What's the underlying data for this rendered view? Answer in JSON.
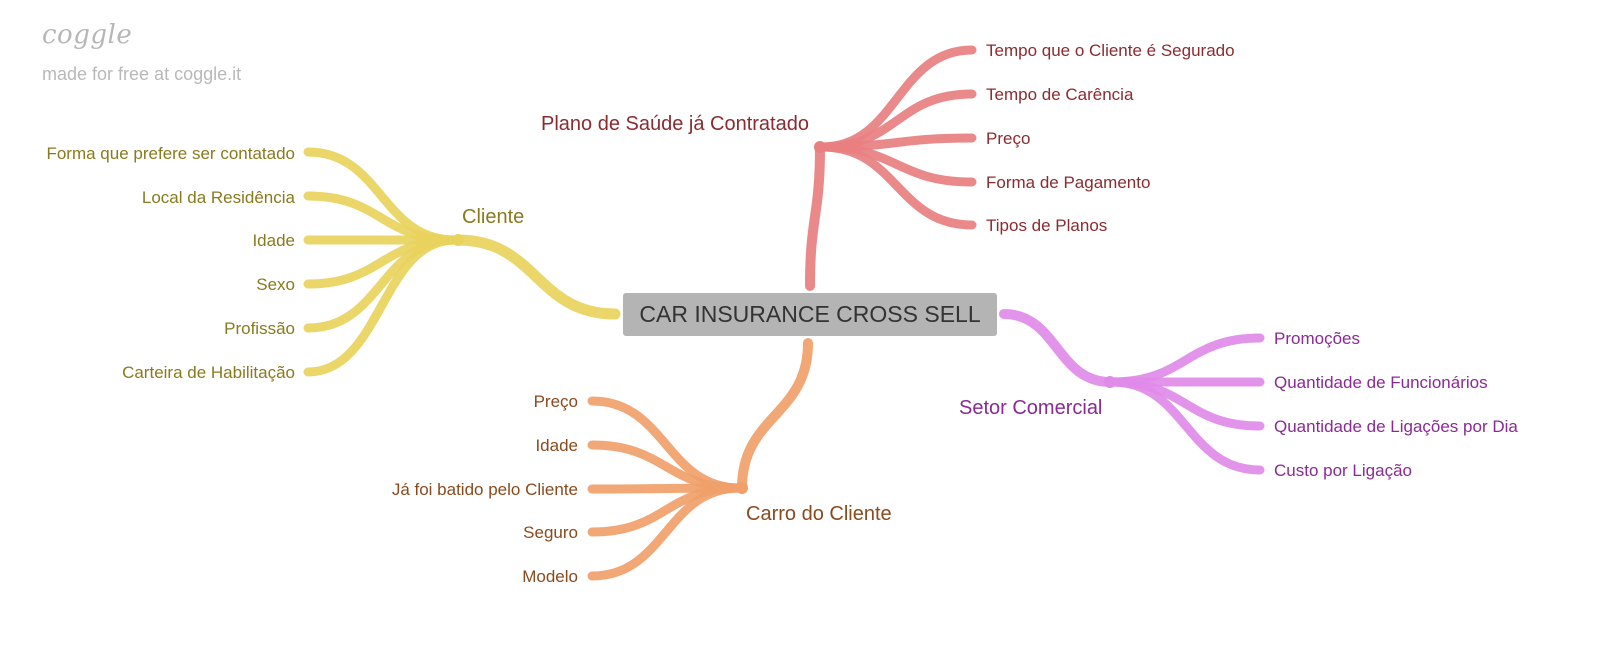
{
  "brand": {
    "logo_text": "coggle",
    "tagline": "made for free at coggle.it"
  },
  "root": {
    "label": "CAR INSURANCE CROSS SELL",
    "color": "#b4b4b4"
  },
  "branches": [
    {
      "id": "cliente",
      "label": "Cliente",
      "color": "#e8d35c",
      "text_color": "#8a7a1e",
      "leaves": [
        "Forma que prefere ser contatado",
        "Local da Residência",
        "Idade",
        "Sexo",
        "Profissão",
        "Carteira de Habilitação"
      ]
    },
    {
      "id": "plano",
      "label": "Plano de Saúde já Contratado",
      "color": "#e87f80",
      "text_color": "#8b2b30",
      "leaves": [
        "Tempo que o Cliente é Segurado",
        "Tempo de Carência",
        "Preço",
        "Forma de Pagamento",
        "Tipos de Planos"
      ]
    },
    {
      "id": "setor",
      "label": "Setor Comercial",
      "color": "#e08ae8",
      "text_color": "#8a2a96",
      "leaves": [
        "Promoções",
        "Quantidade de Funcionários",
        "Quantidade de Ligações por Dia",
        "Custo por Ligação"
      ]
    },
    {
      "id": "carro",
      "label": "Carro do Cliente",
      "color": "#f0a06a",
      "text_color": "#8a4a1e",
      "leaves": [
        "Preço",
        "Idade",
        "Já foi batido pelo Cliente",
        "Seguro",
        "Modelo"
      ]
    }
  ]
}
